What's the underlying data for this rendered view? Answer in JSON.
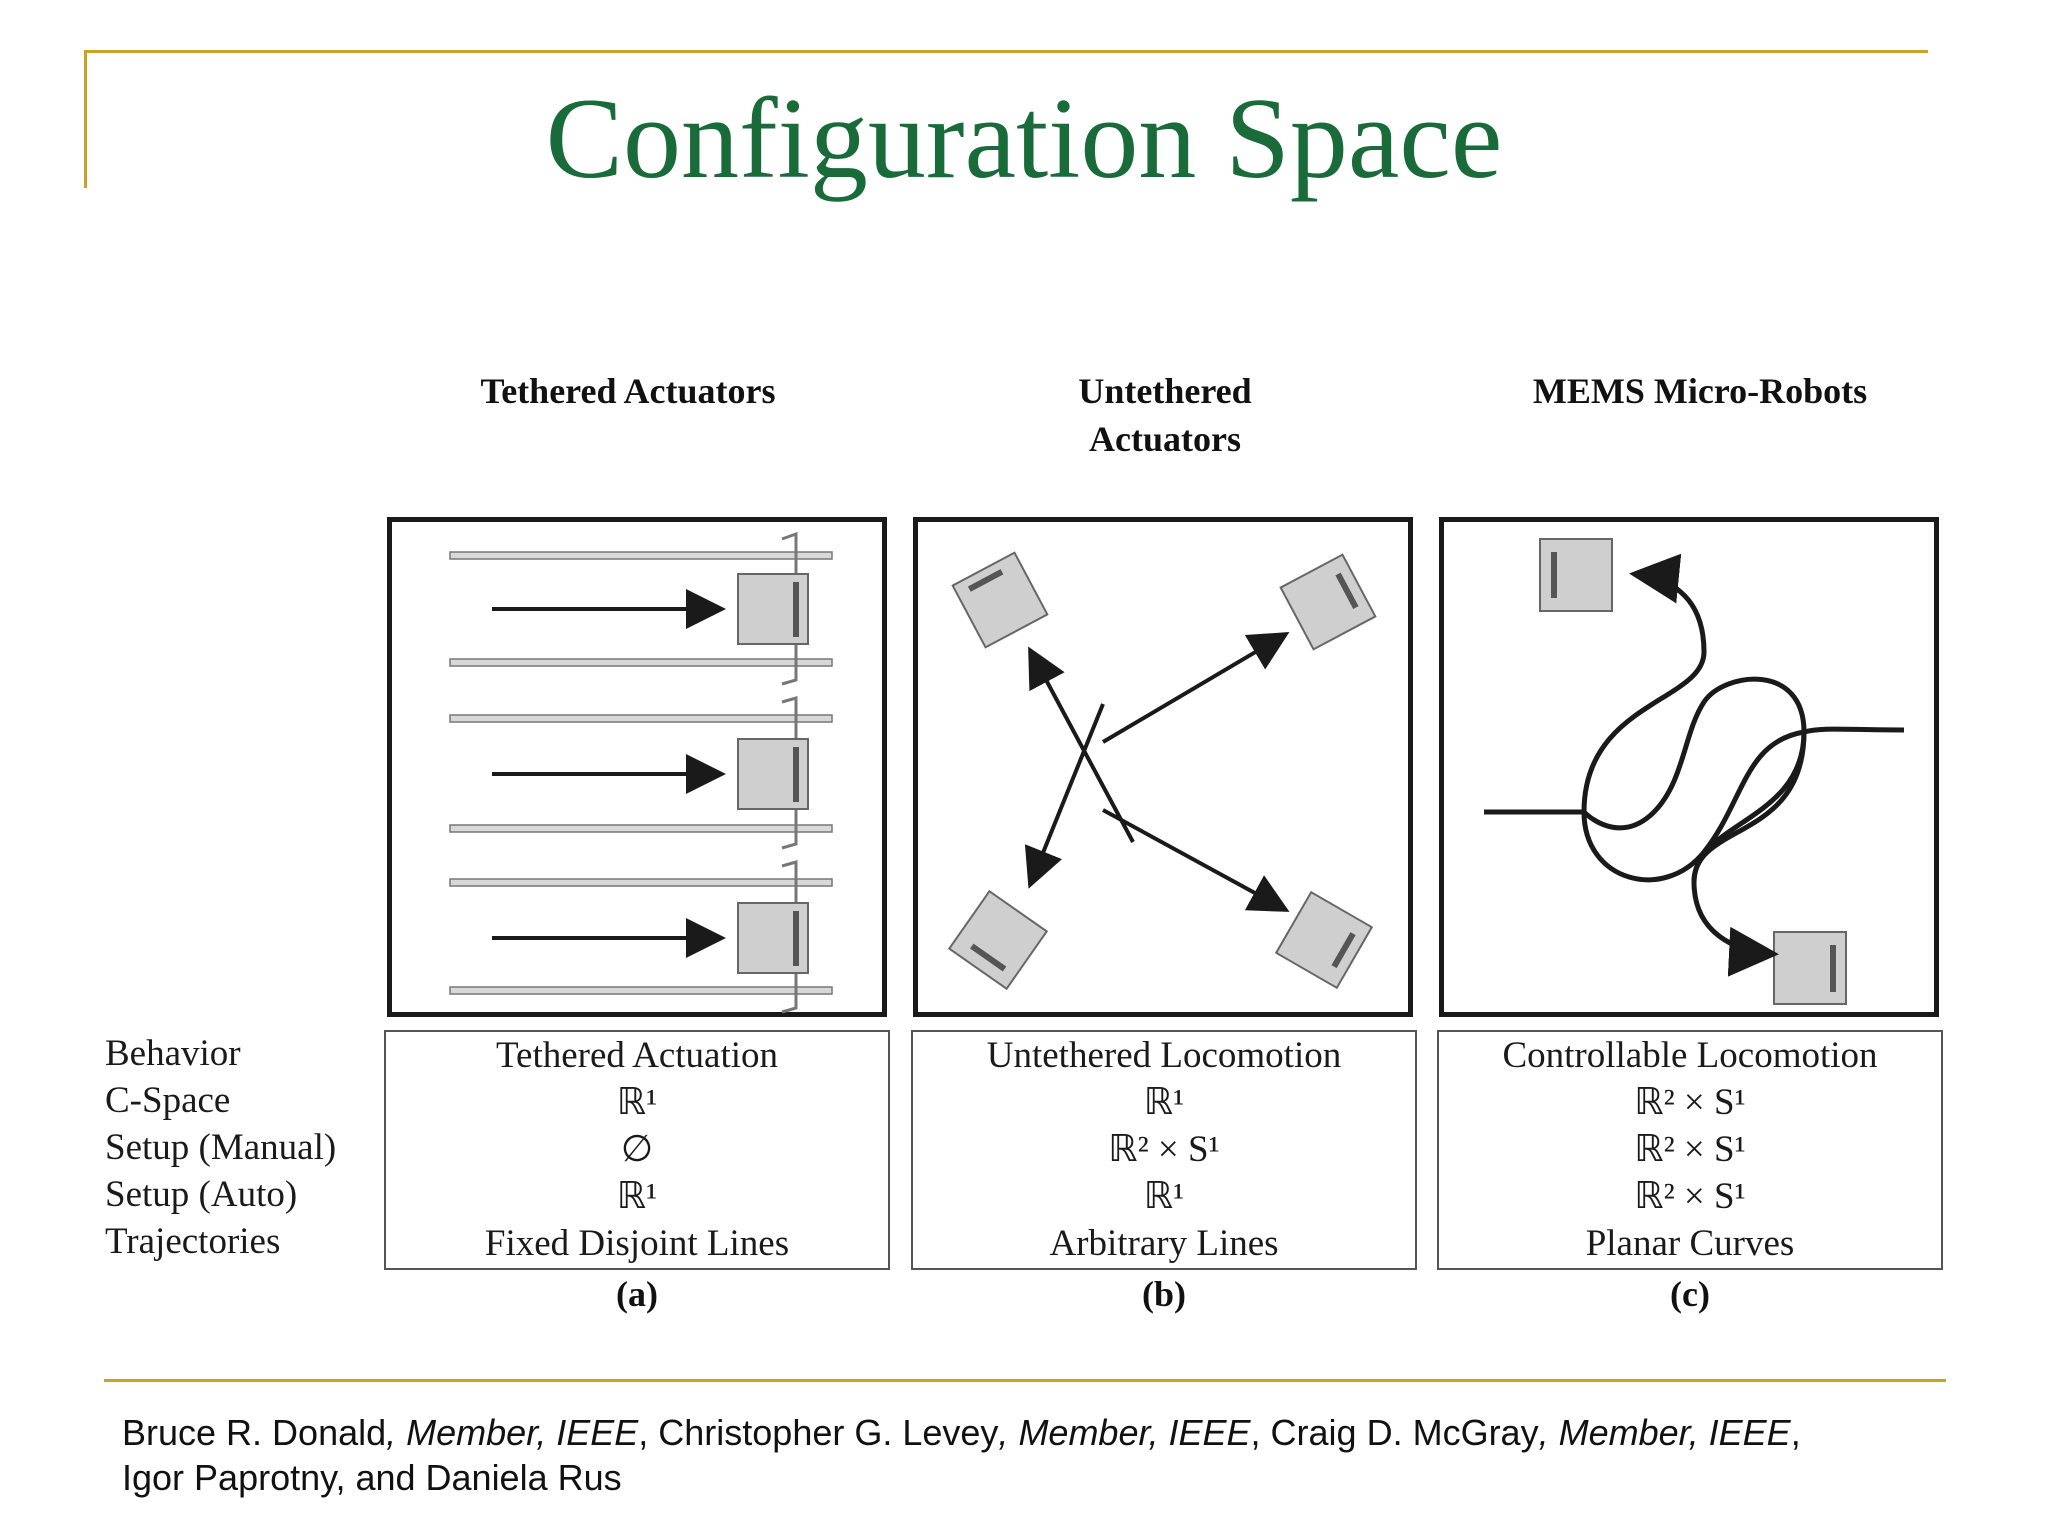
{
  "slide": {
    "title": "Configuration Space"
  },
  "columns": [
    {
      "header": "Tethered Actuators",
      "sub_label": "(a)"
    },
    {
      "header": "Untethered Actuators",
      "sub_label": "(b)"
    },
    {
      "header": "MEMS Micro-Robots",
      "sub_label": "(c)"
    }
  ],
  "row_labels": [
    "Behavior",
    "C-Space",
    "Setup (Manual)",
    "Setup (Auto)",
    "Trajectories"
  ],
  "table": [
    [
      "Tethered Actuation",
      "ℝ¹",
      "∅",
      "ℝ¹",
      "Fixed Disjoint Lines"
    ],
    [
      "Untethered Locomotion",
      "ℝ¹",
      "ℝ² × S¹",
      "ℝ¹",
      "Arbitrary Lines"
    ],
    [
      "Controllable Locomotion",
      "ℝ² × S¹",
      "ℝ² × S¹",
      "ℝ² × S¹",
      "Planar Curves"
    ]
  ],
  "citation": {
    "author1": "Bruce R. Donald",
    "author2": "Christopher G. Levey",
    "author3": "Craig D. McGray",
    "affiliation": "Member, IEEE",
    "line2": "Igor Paprotny, and Daniela Rus"
  },
  "colors": {
    "title": "#1a6b3a",
    "rule": "#c9a227",
    "robot_fill": "#cfcfcf"
  }
}
